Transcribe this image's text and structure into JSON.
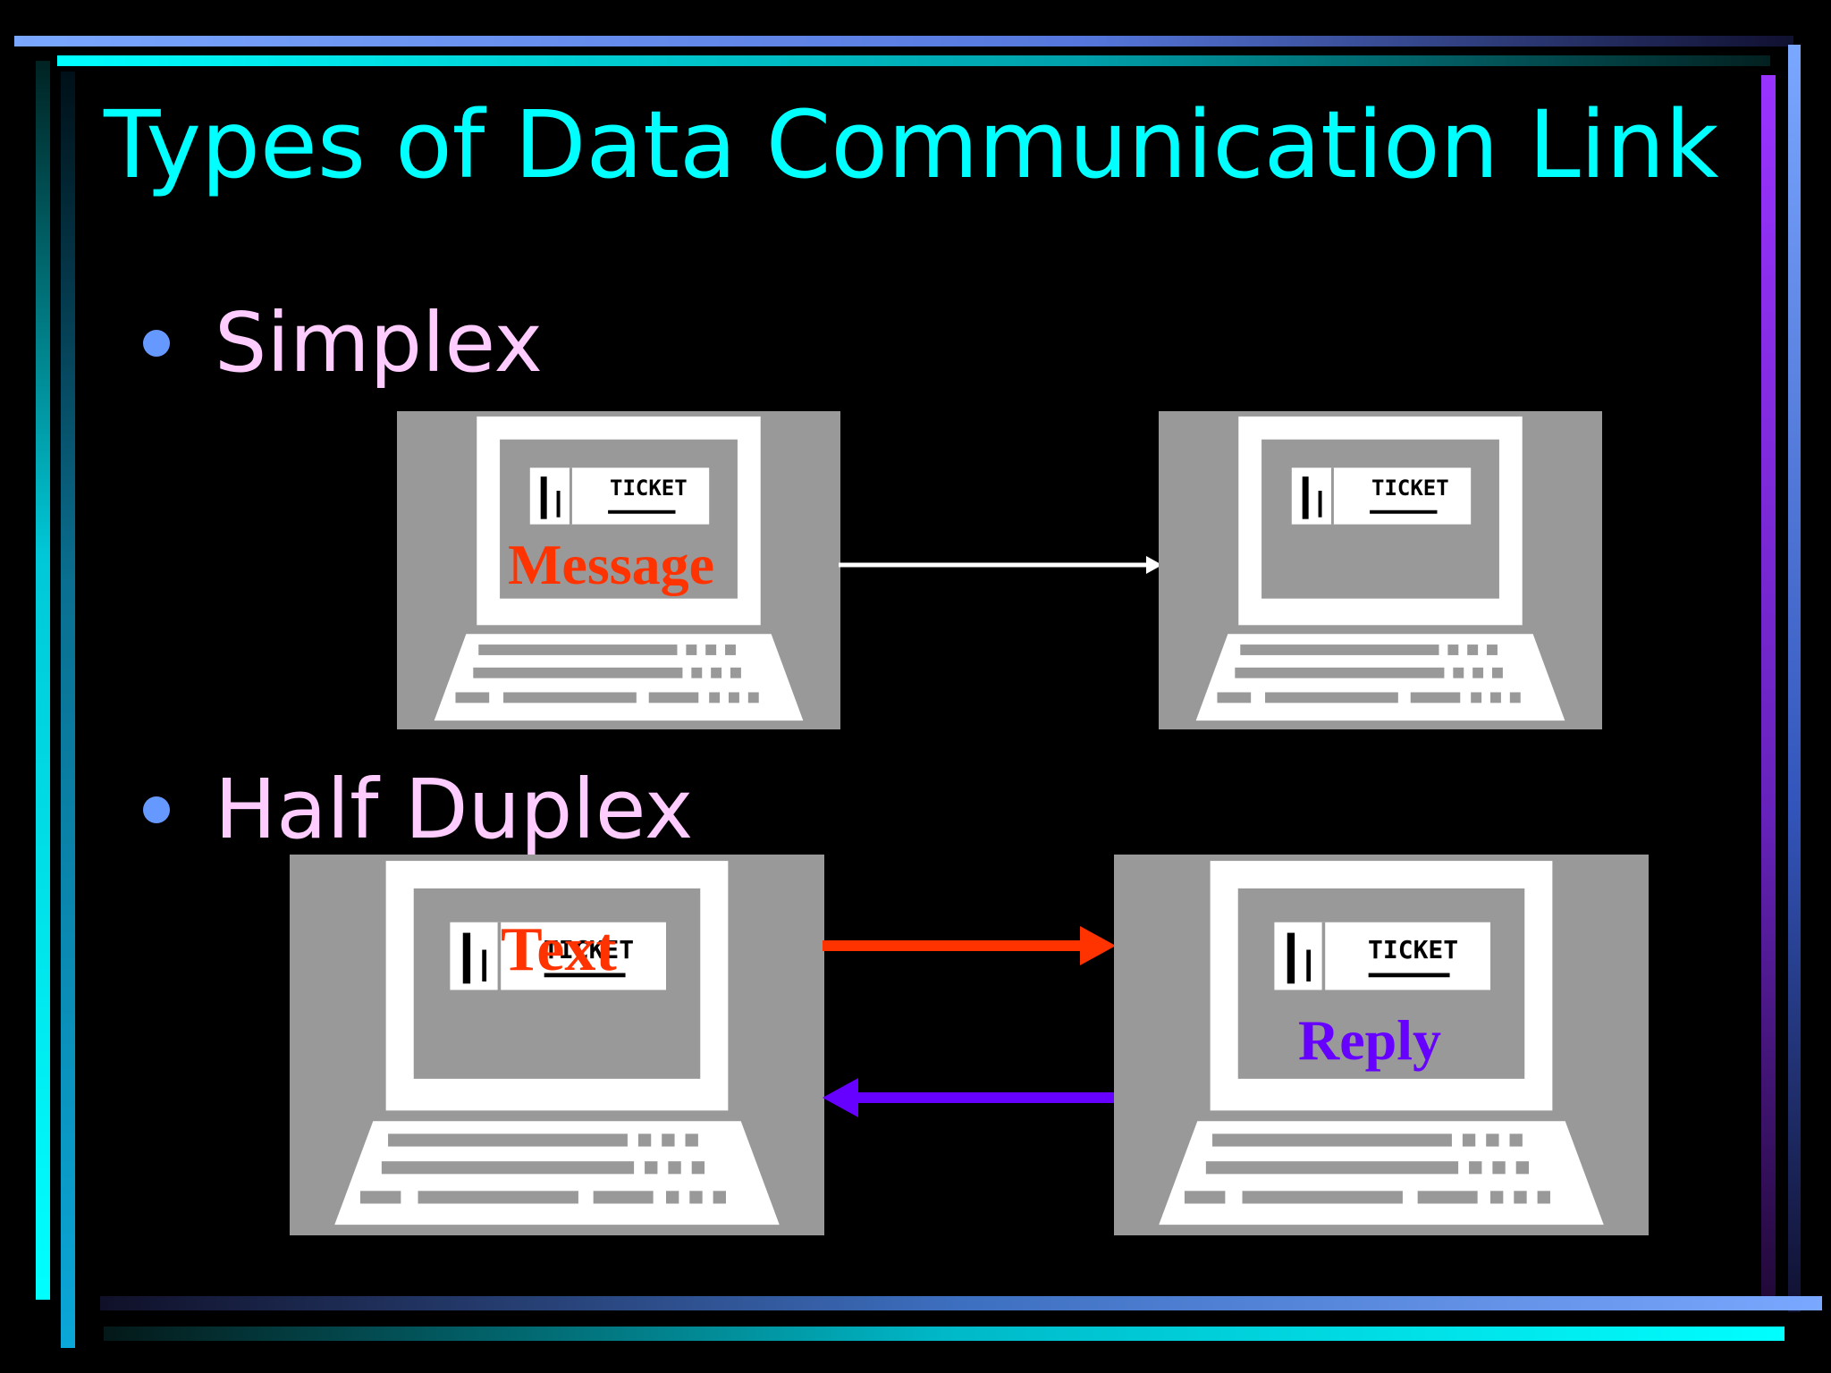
{
  "slide": {
    "title": "Types of Data Communication Link",
    "bullets": [
      {
        "label": "Simplex"
      },
      {
        "label": "Half Duplex"
      }
    ],
    "simplex": {
      "screen_text": "TICKET",
      "message_label": "Message"
    },
    "half_duplex": {
      "screen_text": "TICKET",
      "text_label": "Text",
      "reply_label": "Reply"
    }
  },
  "colors": {
    "background": "#000000",
    "title": "#00FFFF",
    "bullet_text": "#FFCCFF",
    "bullet_dot": "#6699FF",
    "panel_gray": "#999999",
    "computer_white": "#FFFFFF",
    "message_red": "#FF3300",
    "reply_purple": "#6600FF",
    "frame_cyan": "#00FFFF",
    "frame_blue": "#6699FF",
    "frame_purple": "#9933FF"
  }
}
